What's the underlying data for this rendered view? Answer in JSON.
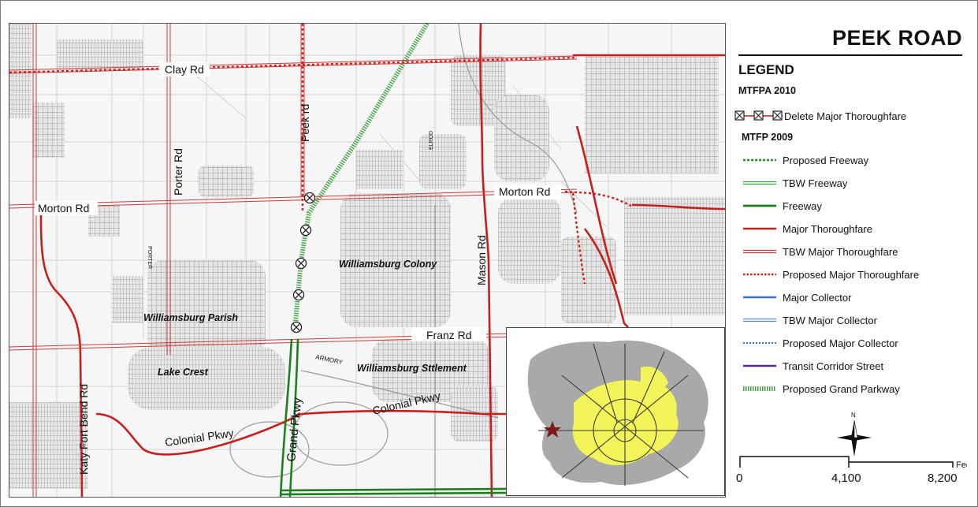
{
  "map": {
    "title": "PEEK ROAD",
    "roads": {
      "clay": "Clay Rd",
      "porter": "Porter Rd",
      "peek": "Peek rd",
      "morton_west": "Morton Rd",
      "morton_east": "Morton Rd",
      "mason": "Mason Rd",
      "franz": "Franz Rd",
      "katy": "Katy Fort Bend Rd",
      "colonial_west": "Colonial Pkwy",
      "colonial_east": "Colonial Pkwy",
      "grand": "Grand Pkwy",
      "armory": "ARMORY",
      "porter_small": "PORTER",
      "elrod": "ELROD"
    },
    "areas": {
      "williamsburg_colony": "Williamsburg Colony",
      "williamsburg_parish": "Williamsburg Parish",
      "lake_crest": "Lake Crest",
      "williamsburg_settlement": "Williamsburg Sttlement"
    }
  },
  "legend": {
    "heading": "LEGEND",
    "mtfpa": "MTFPA 2010",
    "delete_label": "Delete Major Thoroughfare",
    "mtfp": "MTFP 2009",
    "items": [
      {
        "label": "Proposed Freeway",
        "symbol": "proposed-freeway",
        "color": "#2e8b2e"
      },
      {
        "label": "TBW Freeway",
        "symbol": "tbw-freeway",
        "color": "#3aa03a"
      },
      {
        "label": "Freeway",
        "symbol": "freeway",
        "color": "#1f7f1f"
      },
      {
        "label": "Major Thoroughfare",
        "symbol": "major-thoroughfare",
        "color": "#c81e1e"
      },
      {
        "label": "TBW Major Thoroughfare",
        "symbol": "tbw-major-thoroughfare",
        "color": "#d23a3a"
      },
      {
        "label": "Proposed Major Thoroughfare",
        "symbol": "proposed-major-thoroughfare",
        "color": "#d22020"
      },
      {
        "label": "Major Collector",
        "symbol": "major-collector",
        "color": "#3a6fd8"
      },
      {
        "label": "TBW Major Collector",
        "symbol": "tbw-major-collector",
        "color": "#5a88e0"
      },
      {
        "label": "Proposed Major Collector",
        "symbol": "proposed-major-collector",
        "color": "#3a6fd8"
      },
      {
        "label": "Transit Corridor Street",
        "symbol": "transit-corridor-street",
        "color": "#5a2a8a"
      },
      {
        "label": "Proposed Grand Parkway",
        "symbol": "proposed-grand-parkway",
        "color": "#4aa84a"
      }
    ],
    "north": "N",
    "scale": {
      "unit": "Feet",
      "ticks": [
        "0",
        "4,100",
        "8,200"
      ]
    }
  }
}
